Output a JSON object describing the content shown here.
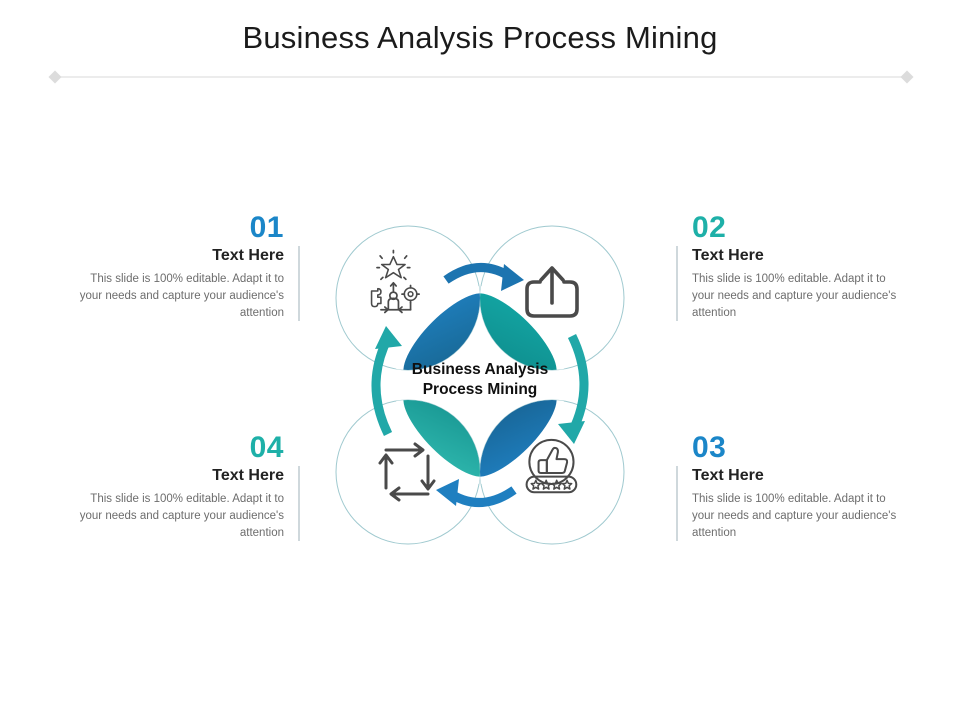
{
  "slide": {
    "title": "Business Analysis Process Mining",
    "background_color": "#ffffff"
  },
  "divider": {
    "line_color": "#e3e3e3",
    "marker_color": "#dcdcdc",
    "marker_shape": "diamond"
  },
  "center": {
    "line1": "Business Analysis",
    "line2": "Process Mining"
  },
  "colors": {
    "blue_dark": "#1c74b0",
    "blue": "#1f7fc0",
    "teal": "#14a3a3",
    "teal_light": "#2bb3ab",
    "number_blue": "#1b86c8",
    "number_teal": "#1eb0a8",
    "icon_stroke": "#4a4a4a",
    "circle_outline": "#9fc9cf",
    "text_body": "#6d6d6d",
    "text_head": "#222222"
  },
  "blocks": [
    {
      "id": "01",
      "number": "01",
      "number_color": "#1b86c8",
      "heading": "Text Here",
      "body": "This slide is 100% editable. Adapt it to your needs and capture your audience's attention",
      "align": "right",
      "icon": "innovation-idea-icon"
    },
    {
      "id": "02",
      "number": "02",
      "number_color": "#1eb0a8",
      "heading": "Text Here",
      "body": "This slide is 100% editable. Adapt it to your needs and capture your audience's attention",
      "align": "left",
      "icon": "upload-share-icon"
    },
    {
      "id": "03",
      "number": "03",
      "number_color": "#1b86c8",
      "heading": "Text Here",
      "body": "This slide is 100% editable. Adapt it to your needs and capture your audience's attention",
      "align": "left",
      "icon": "thumbs-up-rating-icon"
    },
    {
      "id": "04",
      "number": "04",
      "number_color": "#1eb0a8",
      "heading": "Text Here",
      "body": "This slide is 100% editable. Adapt it to your needs and capture your audience's attention",
      "align": "right",
      "icon": "recycle-loop-icon"
    }
  ],
  "diagram": {
    "type": "four-circle-cycle",
    "circles": [
      {
        "position": "top-left",
        "icon": "innovation-idea-icon",
        "lens_color": "#1c74b0"
      },
      {
        "position": "top-right",
        "icon": "upload-share-icon",
        "lens_color": "#14a3a3"
      },
      {
        "position": "bottom-right",
        "icon": "thumbs-up-rating-icon",
        "lens_color": "#1f7fc0"
      },
      {
        "position": "bottom-left",
        "icon": "recycle-loop-icon",
        "lens_color": "#2bb3ab"
      }
    ],
    "arrows": [
      {
        "name": "arrow-top",
        "direction": "right",
        "color": "#1c74b0"
      },
      {
        "name": "arrow-right",
        "direction": "down",
        "color": "#21a8a8"
      },
      {
        "name": "arrow-bottom",
        "direction": "left",
        "color": "#1f7fc0"
      },
      {
        "name": "arrow-left",
        "direction": "up",
        "color": "#21a8a8"
      }
    ]
  }
}
